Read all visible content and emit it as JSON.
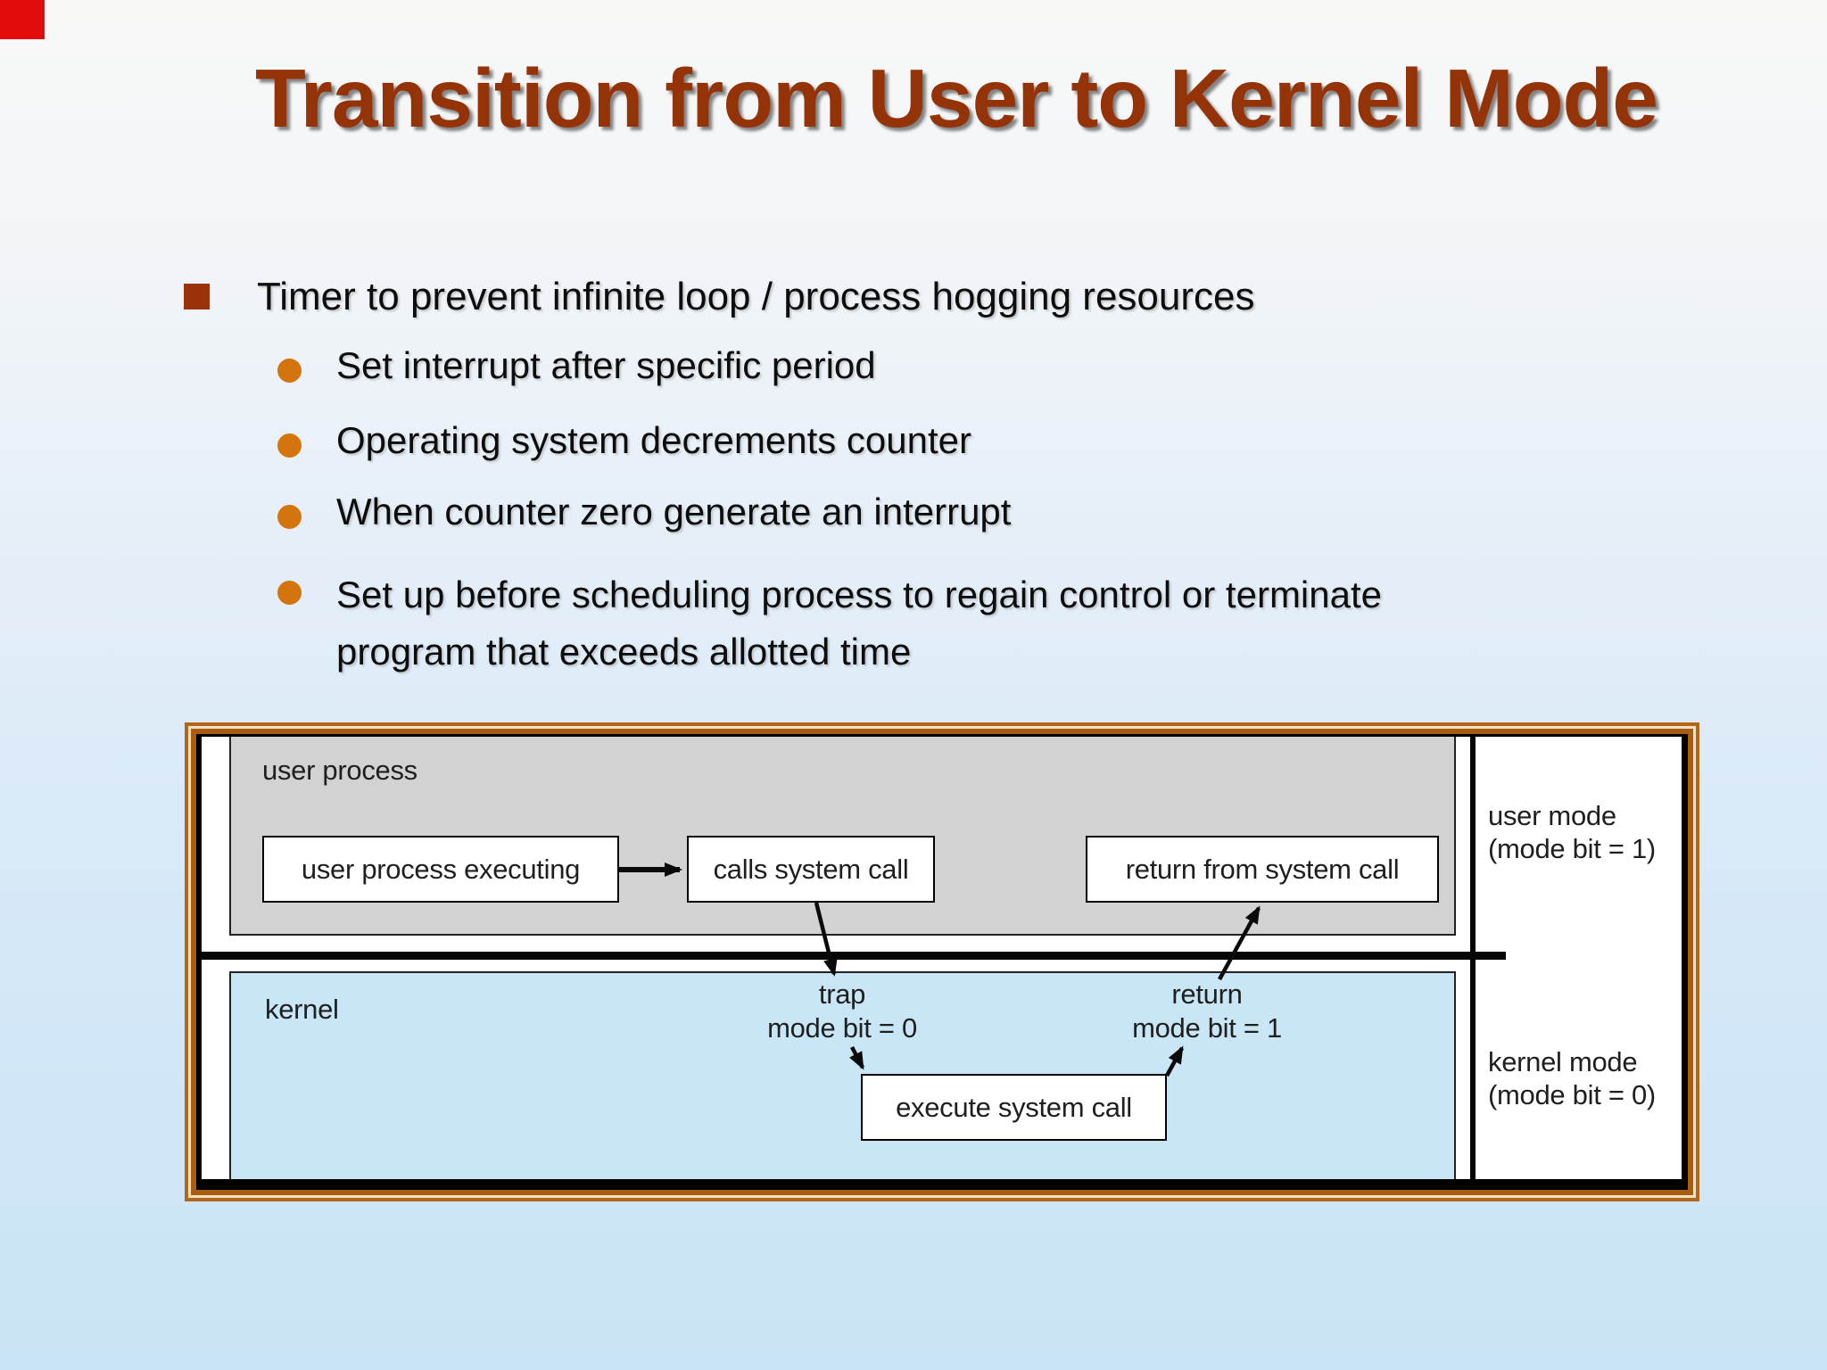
{
  "slide": {
    "title": "Transition from User to Kernel Mode",
    "bullet": {
      "text": "Timer to prevent infinite loop / process hogging resources"
    },
    "sub_bullets": [
      "Set interrupt after specific period",
      "Operating system decrements counter",
      "When counter zero generate an interrupt"
    ],
    "sub_bullet4": {
      "text_line1": "Set up before scheduling process to regain control or terminate",
      "text_line2": "program that exceeds allotted time"
    }
  },
  "diagram": {
    "user_region_label": "user process",
    "kernel_region_label": "kernel",
    "boxes": {
      "executing": "user process executing",
      "calls": "calls system call",
      "return_from": "return from system call",
      "execute": "execute system call"
    },
    "trap_label": {
      "line1": "trap",
      "line2": "mode bit = 0"
    },
    "return_label": {
      "line1": "return",
      "line2": "mode bit = 1"
    },
    "user_mode_label": {
      "line1": "user mode",
      "line2": "(mode bit = 1)"
    },
    "kernel_mode_label": {
      "line1": "kernel mode",
      "line2": "(mode bit = 0)"
    },
    "colors": {
      "frame_orange": "#b4661b",
      "user_region_fill": "#d2d2d2",
      "kernel_region_fill": "#c8e6f5",
      "corner_marker_red": "#e20a0a",
      "title_color": "#943208",
      "bullet_square": "#993307",
      "bullet_dot": "#d4740c"
    }
  }
}
